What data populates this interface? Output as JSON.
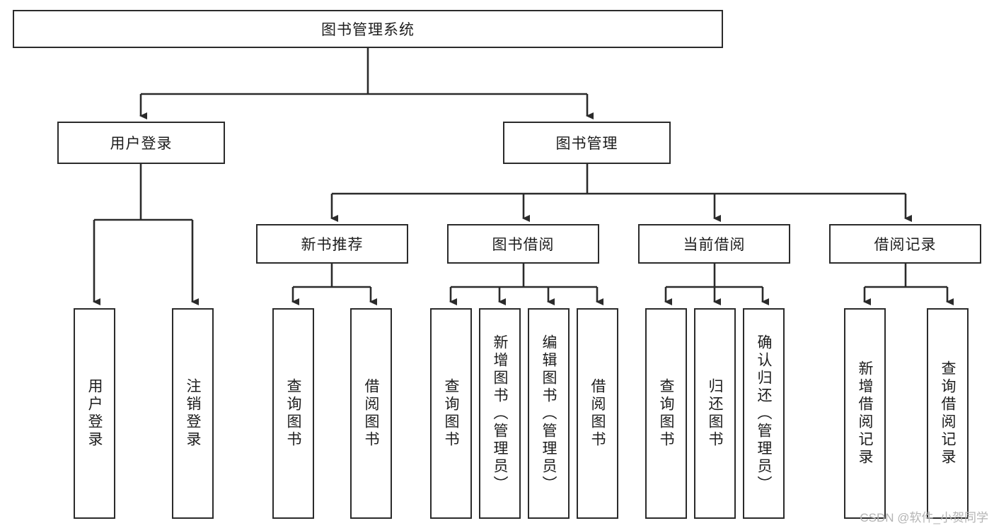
{
  "diagram": {
    "title": "图书管理系统",
    "type": "tree-hierarchy-diagram",
    "colors": {
      "stroke": "#2b2b2b",
      "fill": "#ffffff",
      "text": "#1d1d1d",
      "watermark": "#b4b4b4"
    },
    "root": {
      "label": "图书管理系统"
    },
    "level2": [
      {
        "label": "用户登录"
      },
      {
        "label": "图书管理"
      }
    ],
    "level3": [
      {
        "label": "新书推荐"
      },
      {
        "label": "图书借阅"
      },
      {
        "label": "当前借阅"
      },
      {
        "label": "借阅记录"
      }
    ],
    "leaves": {
      "user_login": [
        {
          "label": "用户登录"
        },
        {
          "label": "注销登录"
        }
      ],
      "new_book_recommend": [
        {
          "label": "查询图书"
        },
        {
          "label": "借阅图书"
        }
      ],
      "book_borrow": [
        {
          "label": "查询图书"
        },
        {
          "label": "新增图书（管理员）"
        },
        {
          "label": "编辑图书（管理员）"
        },
        {
          "label": "借阅图书"
        }
      ],
      "current_borrow": [
        {
          "label": "查询图书"
        },
        {
          "label": "归还图书"
        },
        {
          "label": "确认归还（管理员）"
        }
      ],
      "borrow_record": [
        {
          "label": "新增借阅记录"
        },
        {
          "label": "查询借阅记录"
        }
      ]
    }
  },
  "watermark": {
    "text": "CSDN @软件_小贺同学"
  }
}
